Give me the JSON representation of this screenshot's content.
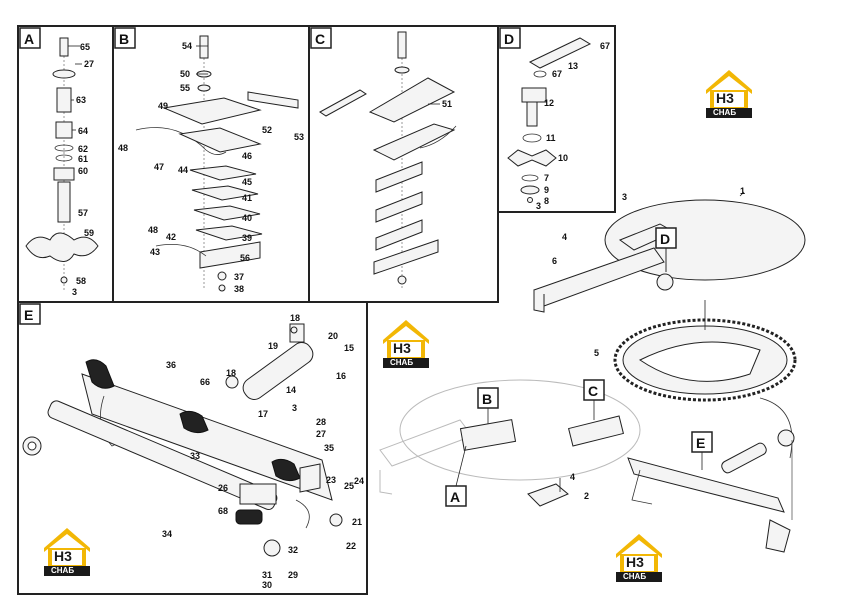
{
  "panels": {
    "A": {
      "letter": "A",
      "labels": [
        "65",
        "27",
        "63",
        "64",
        "62",
        "61",
        "60",
        "57",
        "59",
        "58",
        "3"
      ]
    },
    "B": {
      "letter": "B",
      "labels": [
        "54",
        "50",
        "55",
        "49",
        "52",
        "53",
        "48",
        "47",
        "44",
        "46",
        "45",
        "41",
        "40",
        "39",
        "48",
        "42",
        "43",
        "56",
        "37",
        "38"
      ]
    },
    "C": {
      "letter": "C",
      "labels": [
        "51"
      ]
    },
    "D": {
      "letter": "D",
      "labels": [
        "67",
        "13",
        "67",
        "12",
        "11",
        "10",
        "7",
        "9",
        "8",
        "3"
      ]
    },
    "E": {
      "letter": "E",
      "labels": [
        "18",
        "19",
        "20",
        "15",
        "16",
        "36",
        "66",
        "18",
        "14",
        "17",
        "3",
        "28",
        "27",
        "35",
        "33",
        "23",
        "25",
        "24",
        "26",
        "68",
        "21",
        "22",
        "34",
        "32",
        "31",
        "29",
        "30"
      ]
    }
  },
  "main": {
    "labels": [
      "1",
      "3",
      "4",
      "6",
      "5",
      "2",
      "4"
    ],
    "callouts": [
      "D",
      "B",
      "C",
      "A",
      "E"
    ]
  },
  "logo": {
    "letters": "H3",
    "caption": "СНАБ",
    "accent": "#f2b705",
    "dark": "#1a1a1a"
  }
}
